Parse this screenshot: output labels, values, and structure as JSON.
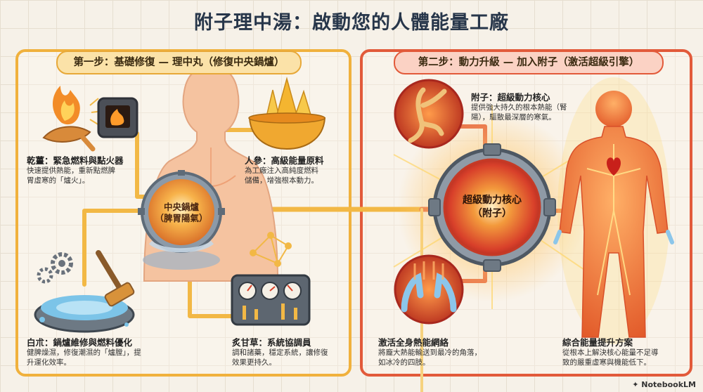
{
  "title": "附子理中湯：啟動您的人體能量工廠",
  "step1": {
    "header": "第一步：基礎修復 — 理中丸（修復中央鍋爐）",
    "core": {
      "line1": "中央鍋爐",
      "line2": "（脾胃陽氣）"
    },
    "ganjiang": {
      "title": "乾薑：緊急燃料與點火器",
      "desc1": "快速提供熱能，重新點燃脾",
      "desc2": "胃虛寒的「爐火」。"
    },
    "renshen": {
      "title": "人參：高級能量原料",
      "desc1": "為工廠注入高純度燃料",
      "desc2": "儲備，增強根本動力。"
    },
    "baizhu": {
      "title": "白朮：鍋爐維修與燃料優化",
      "desc1": "健脾燥濕，修復潮濕的「爐膛」，提",
      "desc2": "升運化效率。"
    },
    "gancao": {
      "title": "炙甘草：系統協調員",
      "desc1": "調和諸藥，穩定系統，讓修復",
      "desc2": "效果更持久。"
    }
  },
  "step2": {
    "header": "第二步：動力升級 — 加入附子（激活超級引擎）",
    "core": {
      "line1": "超級動力核心",
      "line2": "（附子）"
    },
    "fuzi": {
      "title": "附子：超級動力核心",
      "desc1": "提供強大持久的根本熱能（腎",
      "desc2": "陽），驅散最深層的寒氣。"
    },
    "network": {
      "title": "激活全身熱能網絡",
      "desc1": "將龐大熱能輸送到最冷的角落，",
      "desc2": "如冰冷的四肢。"
    },
    "solution": {
      "title": "綜合能量提升方案",
      "desc1": "從根本上解決核心能量不足導",
      "desc2": "致的嚴重虛寒與機能低下。"
    }
  },
  "credit": "NotebookLM"
}
